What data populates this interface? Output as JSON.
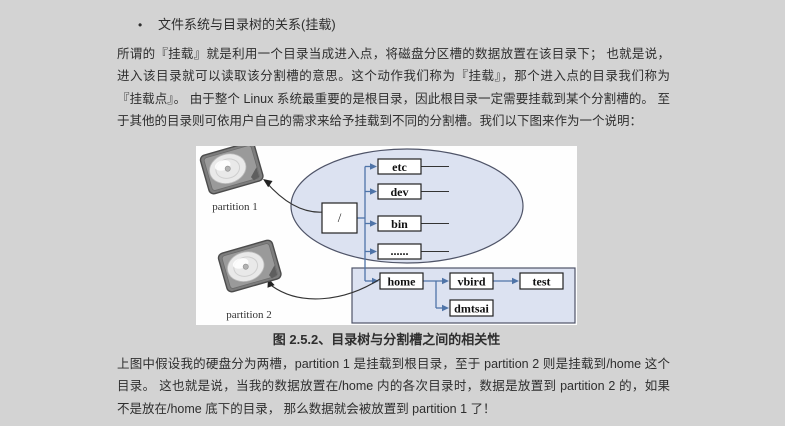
{
  "page": {
    "background": "#d3d3d3"
  },
  "heading": {
    "bullet": "•",
    "text": "文件系统与目录树的关系(挂载)"
  },
  "paragraphs": {
    "intro": "所谓的『挂载』就是利用一个目录当成进入点，将磁盘分区槽的数据放置在该目录下； 也就是说，进入该目录就可以读取该分割槽的意思。这个动作我们称为『挂载』，那个进入点的目录我们称为『挂载点』。 由于整个 Linux 系统最重要的是根目录，因此根目录一定需要挂载到某个分割槽的。 至于其他的目录则可依用户自己的需求来给予挂载到不同的分割槽。我们以下图来作为一个说明：",
    "explain": "上图中假设我的硬盘分为两槽，partition 1 是挂载到根目录，至于 partition 2 则是挂载到/home 这个目录。 这也就是说，当我的数据放置在/home 内的各次目录时，数据是放置到 partition 2 的，如果不是放在/home 底下的目录， 那么数据就会被放置到 partition 1 了！"
  },
  "figure": {
    "caption": "图 2.5.2、目录树与分割槽之间的相关性",
    "disks": {
      "disk1_label": "partition 1",
      "disk2_label": "partition 2"
    },
    "tree": {
      "root": "/",
      "root_children": [
        "etc",
        "dev",
        "bin",
        "......"
      ],
      "home": "home",
      "home_children": [
        "vbird",
        "dmtsai"
      ],
      "vbird_child": "test"
    },
    "colors": {
      "region_fill": "#dce2f1",
      "region_stroke": "#4f5468",
      "connector_blue": "#4f74a8",
      "line_dark": "#333333",
      "box_fill": "#ffffff",
      "box_stroke": "#222222",
      "canvas_bg": "#fefefe"
    }
  }
}
